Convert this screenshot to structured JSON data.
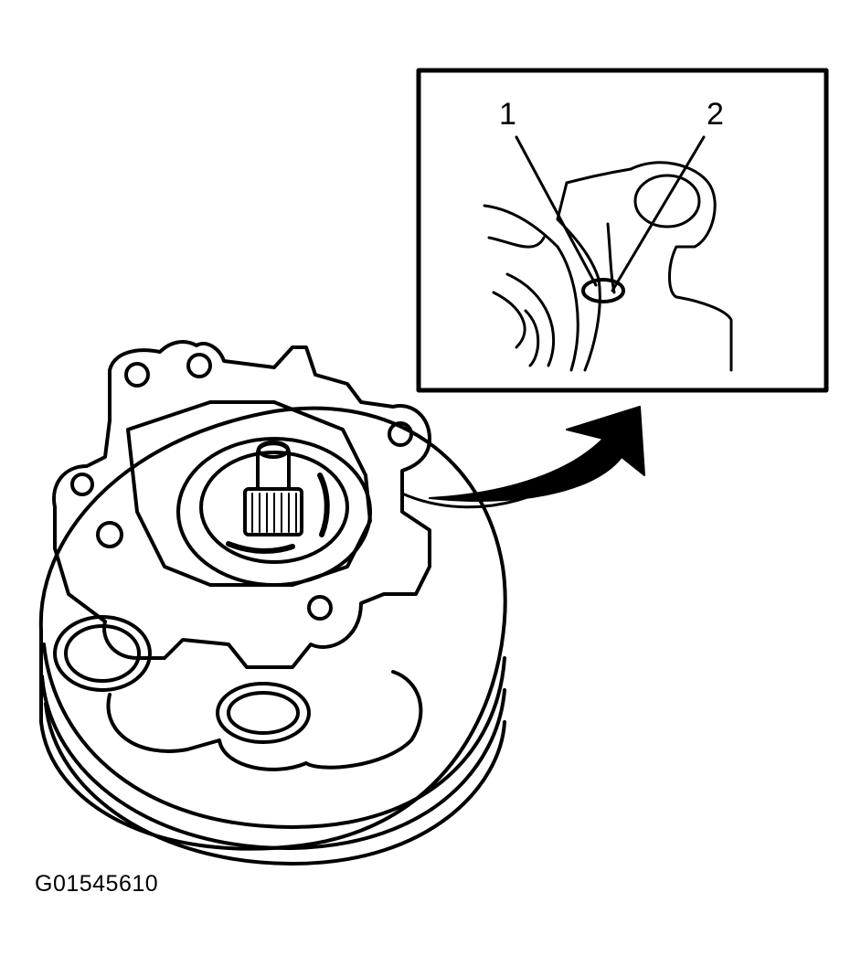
{
  "diagram": {
    "figure_id": "G01545610",
    "callouts": [
      {
        "label": "1"
      },
      {
        "label": "2"
      }
    ],
    "colors": {
      "line": "#000000",
      "background": "#ffffff"
    }
  }
}
